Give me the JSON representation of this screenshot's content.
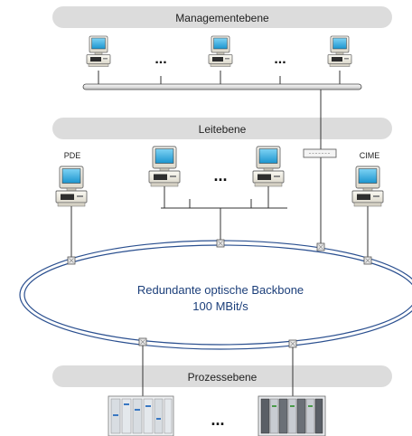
{
  "levels": {
    "management": "Managementebene",
    "control": "Leitebene",
    "process": "Prozessebene"
  },
  "labels": {
    "pde": "PDE",
    "cime": "CIME",
    "ellipsis": "..."
  },
  "backbone": {
    "line1": "Redundante optische Backbone",
    "line2": "100 MBit/s"
  },
  "colors": {
    "band": "#dcdcdc",
    "screen": "#21a9e0",
    "backbone_text": "#1c3f7a",
    "ring": "#2a4f8f"
  }
}
